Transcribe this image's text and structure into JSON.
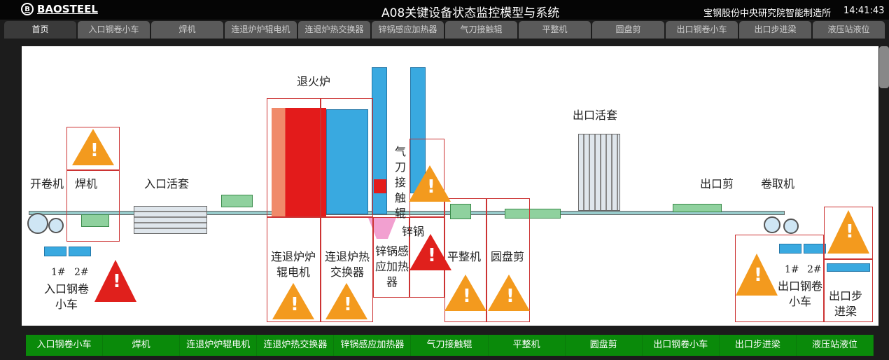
{
  "header": {
    "logo": "BAOSTEEL",
    "title": "A08关键设备状态监控模型与系统",
    "org": "宝钢股份中央研究院智能制造所",
    "time": "14:41:43"
  },
  "tabs": [
    "首页",
    "入口钢卷小车",
    "焊机",
    "连退炉炉辊电机",
    "连退炉热交换器",
    "锌锅感应加热器",
    "气刀接触辊",
    "平整机",
    "圆盘剪",
    "出口钢卷小车",
    "出口步进梁",
    "液压站液位"
  ],
  "diagram": {
    "uncoiler": "开卷机",
    "welder": "焊机",
    "entry_looper": "入口活套",
    "furnace": "退火炉",
    "exit_looper": "出口活套",
    "exit_shear": "出口剪",
    "coiler": "卷取机",
    "air_knife": "气刀接触辊",
    "zinc_pot": "锌锅",
    "furnace_roll_motor": "连退炉炉辊电机",
    "heat_exchanger": "连退炉热交换器",
    "induction_heater": "锌锅感应加热器",
    "temper_mill": "平整机",
    "disc_shear": "圆盘剪",
    "car1": "1#",
    "car2": "2#",
    "entry_car": "入口钢卷小车",
    "exit_car": "出口钢卷小车",
    "exit_beam": "出口步进梁"
  },
  "status_colors": {
    "warning": "#f39a1e",
    "alarm": "#e0201c"
  },
  "bottom_bar": [
    "入口钢卷小车",
    "焊机",
    "连退炉炉辊电机",
    "连退炉热交换器",
    "锌锅感应加热器",
    "气刀接触辊",
    "平整机",
    "圆盘剪",
    "出口钢卷小车",
    "出口步进梁",
    "液压站液位"
  ]
}
